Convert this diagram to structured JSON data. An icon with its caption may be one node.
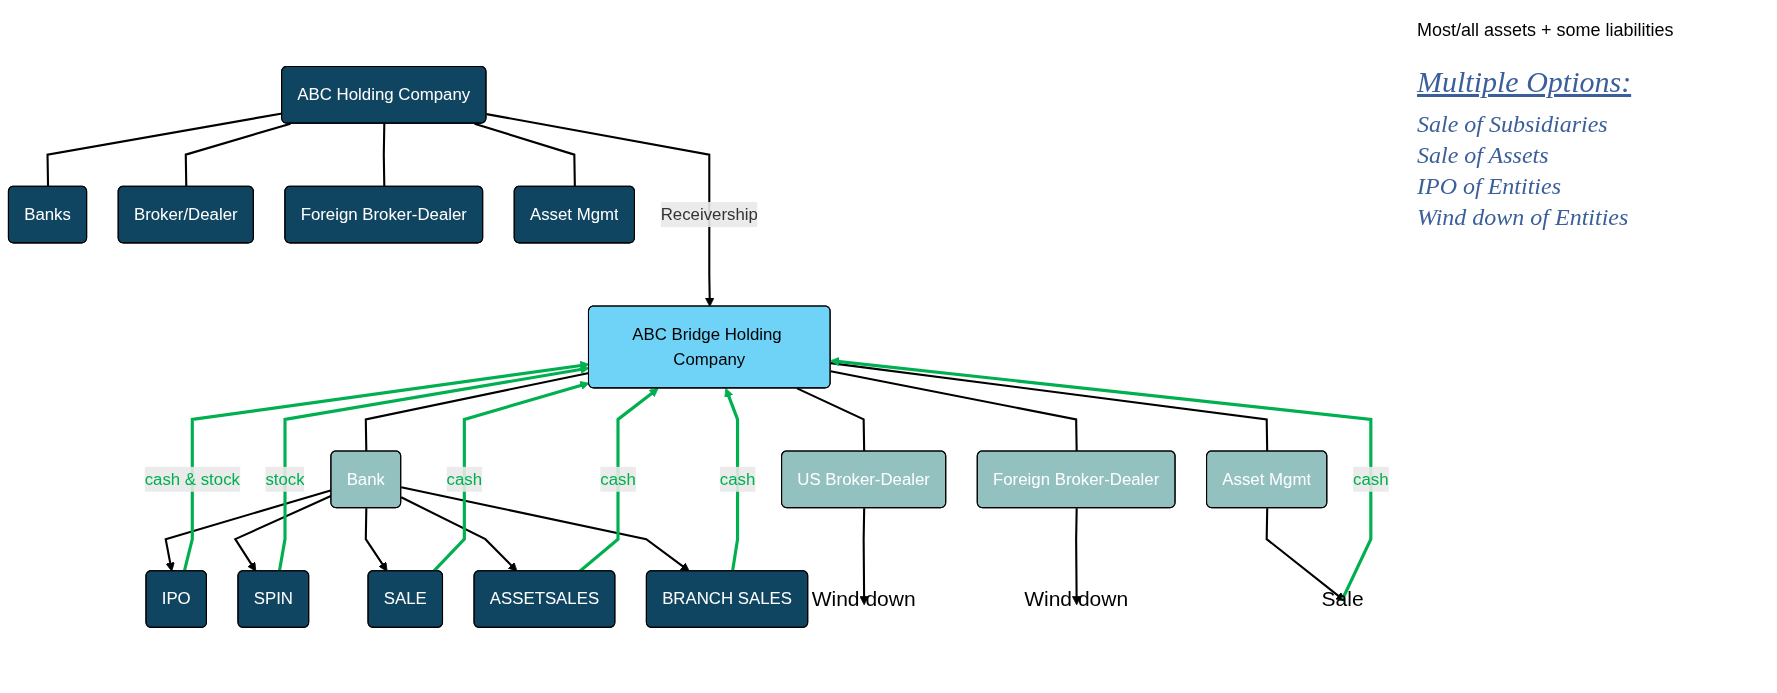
{
  "diagram": {
    "nodes": [
      {
        "text": [
          "ABC Holding Company"
        ]
      },
      {
        "text": [
          "ABC Bridge Holding Company"
        ]
      },
      {
        "text": [
          "Banks"
        ]
      },
      {
        "text": [
          "Broker/Dealer"
        ]
      },
      {
        "text": [
          "Foreign Broker-Dealer"
        ]
      },
      {
        "text": [
          "Asset Mgmt"
        ]
      },
      {
        "text": [
          "Bank"
        ]
      },
      {
        "text": [
          "US Broker-Dealer"
        ]
      },
      {
        "text": [
          "Foreign Broker-Dealer"
        ]
      },
      {
        "text": [
          "Asset Mgmt"
        ]
      },
      {
        "text": [
          "IPO"
        ]
      },
      {
        "text": [
          "SPIN"
        ]
      },
      {
        "text": [
          "SALE"
        ]
      },
      {
        "text": [
          "ASSETSALES"
        ]
      },
      {
        "text": [
          "BRANCH SALES"
        ]
      },
      {
        "text": [
          "Wind down"
        ]
      },
      {
        "text": [
          "Wind down"
        ]
      },
      {
        "text": [
          "Sale"
        ]
      }
    ],
    "edges": [
      {
        "from": 0,
        "to": 1,
        "arrow": "to",
        "label": "Receivership"
      },
      {
        "from": 0,
        "to": 2,
        "arrow": "none"
      },
      {
        "from": 0,
        "to": 3,
        "arrow": "none"
      },
      {
        "from": 0,
        "to": 4,
        "arrow": "none"
      },
      {
        "from": 0,
        "to": 5,
        "arrow": "none"
      },
      {
        "from": 1,
        "to": 6,
        "arrow": "none"
      },
      {
        "from": 1,
        "to": 7,
        "arrow": "none"
      },
      {
        "from": 1,
        "to": 8,
        "arrow": "none"
      },
      {
        "from": 1,
        "to": 9,
        "arrow": "none"
      },
      {
        "from": 6,
        "to": 10,
        "arrow": "to"
      },
      {
        "from": 6,
        "to": 11,
        "arrow": "to"
      },
      {
        "from": 6,
        "to": 12,
        "arrow": "to"
      },
      {
        "from": 6,
        "to": 13,
        "arrow": "to"
      },
      {
        "from": 6,
        "to": 14,
        "arrow": "to"
      },
      {
        "from": 7,
        "to": 15,
        "arrow": "to"
      },
      {
        "from": 8,
        "to": 16,
        "arrow": "to"
      },
      {
        "from": 9,
        "to": 17,
        "arrow": "to"
      },
      {
        "from": 10,
        "to": 1,
        "arrow": "to",
        "label": "cash & stock",
        "color": "#00b050"
      },
      {
        "from": 11,
        "to": 1,
        "arrow": "to",
        "label": "stock",
        "color": "#00b050"
      },
      {
        "from": 12,
        "to": 1,
        "arrow": "to",
        "label": "cash",
        "color": "#00b050"
      },
      {
        "from": 13,
        "to": 1,
        "arrow": "to",
        "label": "cash",
        "color": "#00b050"
      },
      {
        "from": 14,
        "to": 1,
        "arrow": "to",
        "label": "cash",
        "color": "#00b050"
      },
      {
        "from": 17,
        "to": 1,
        "arrow": "to",
        "label": "cash",
        "color": "#00b050"
      }
    ],
    "labels": [
      "Most/all assets + some liabilities",
      "Multiple Options:",
      "Sale of Subsidiaries",
      "Sale of Assets",
      "IPO of Entities",
      "Wind down of Entities"
    ]
  }
}
